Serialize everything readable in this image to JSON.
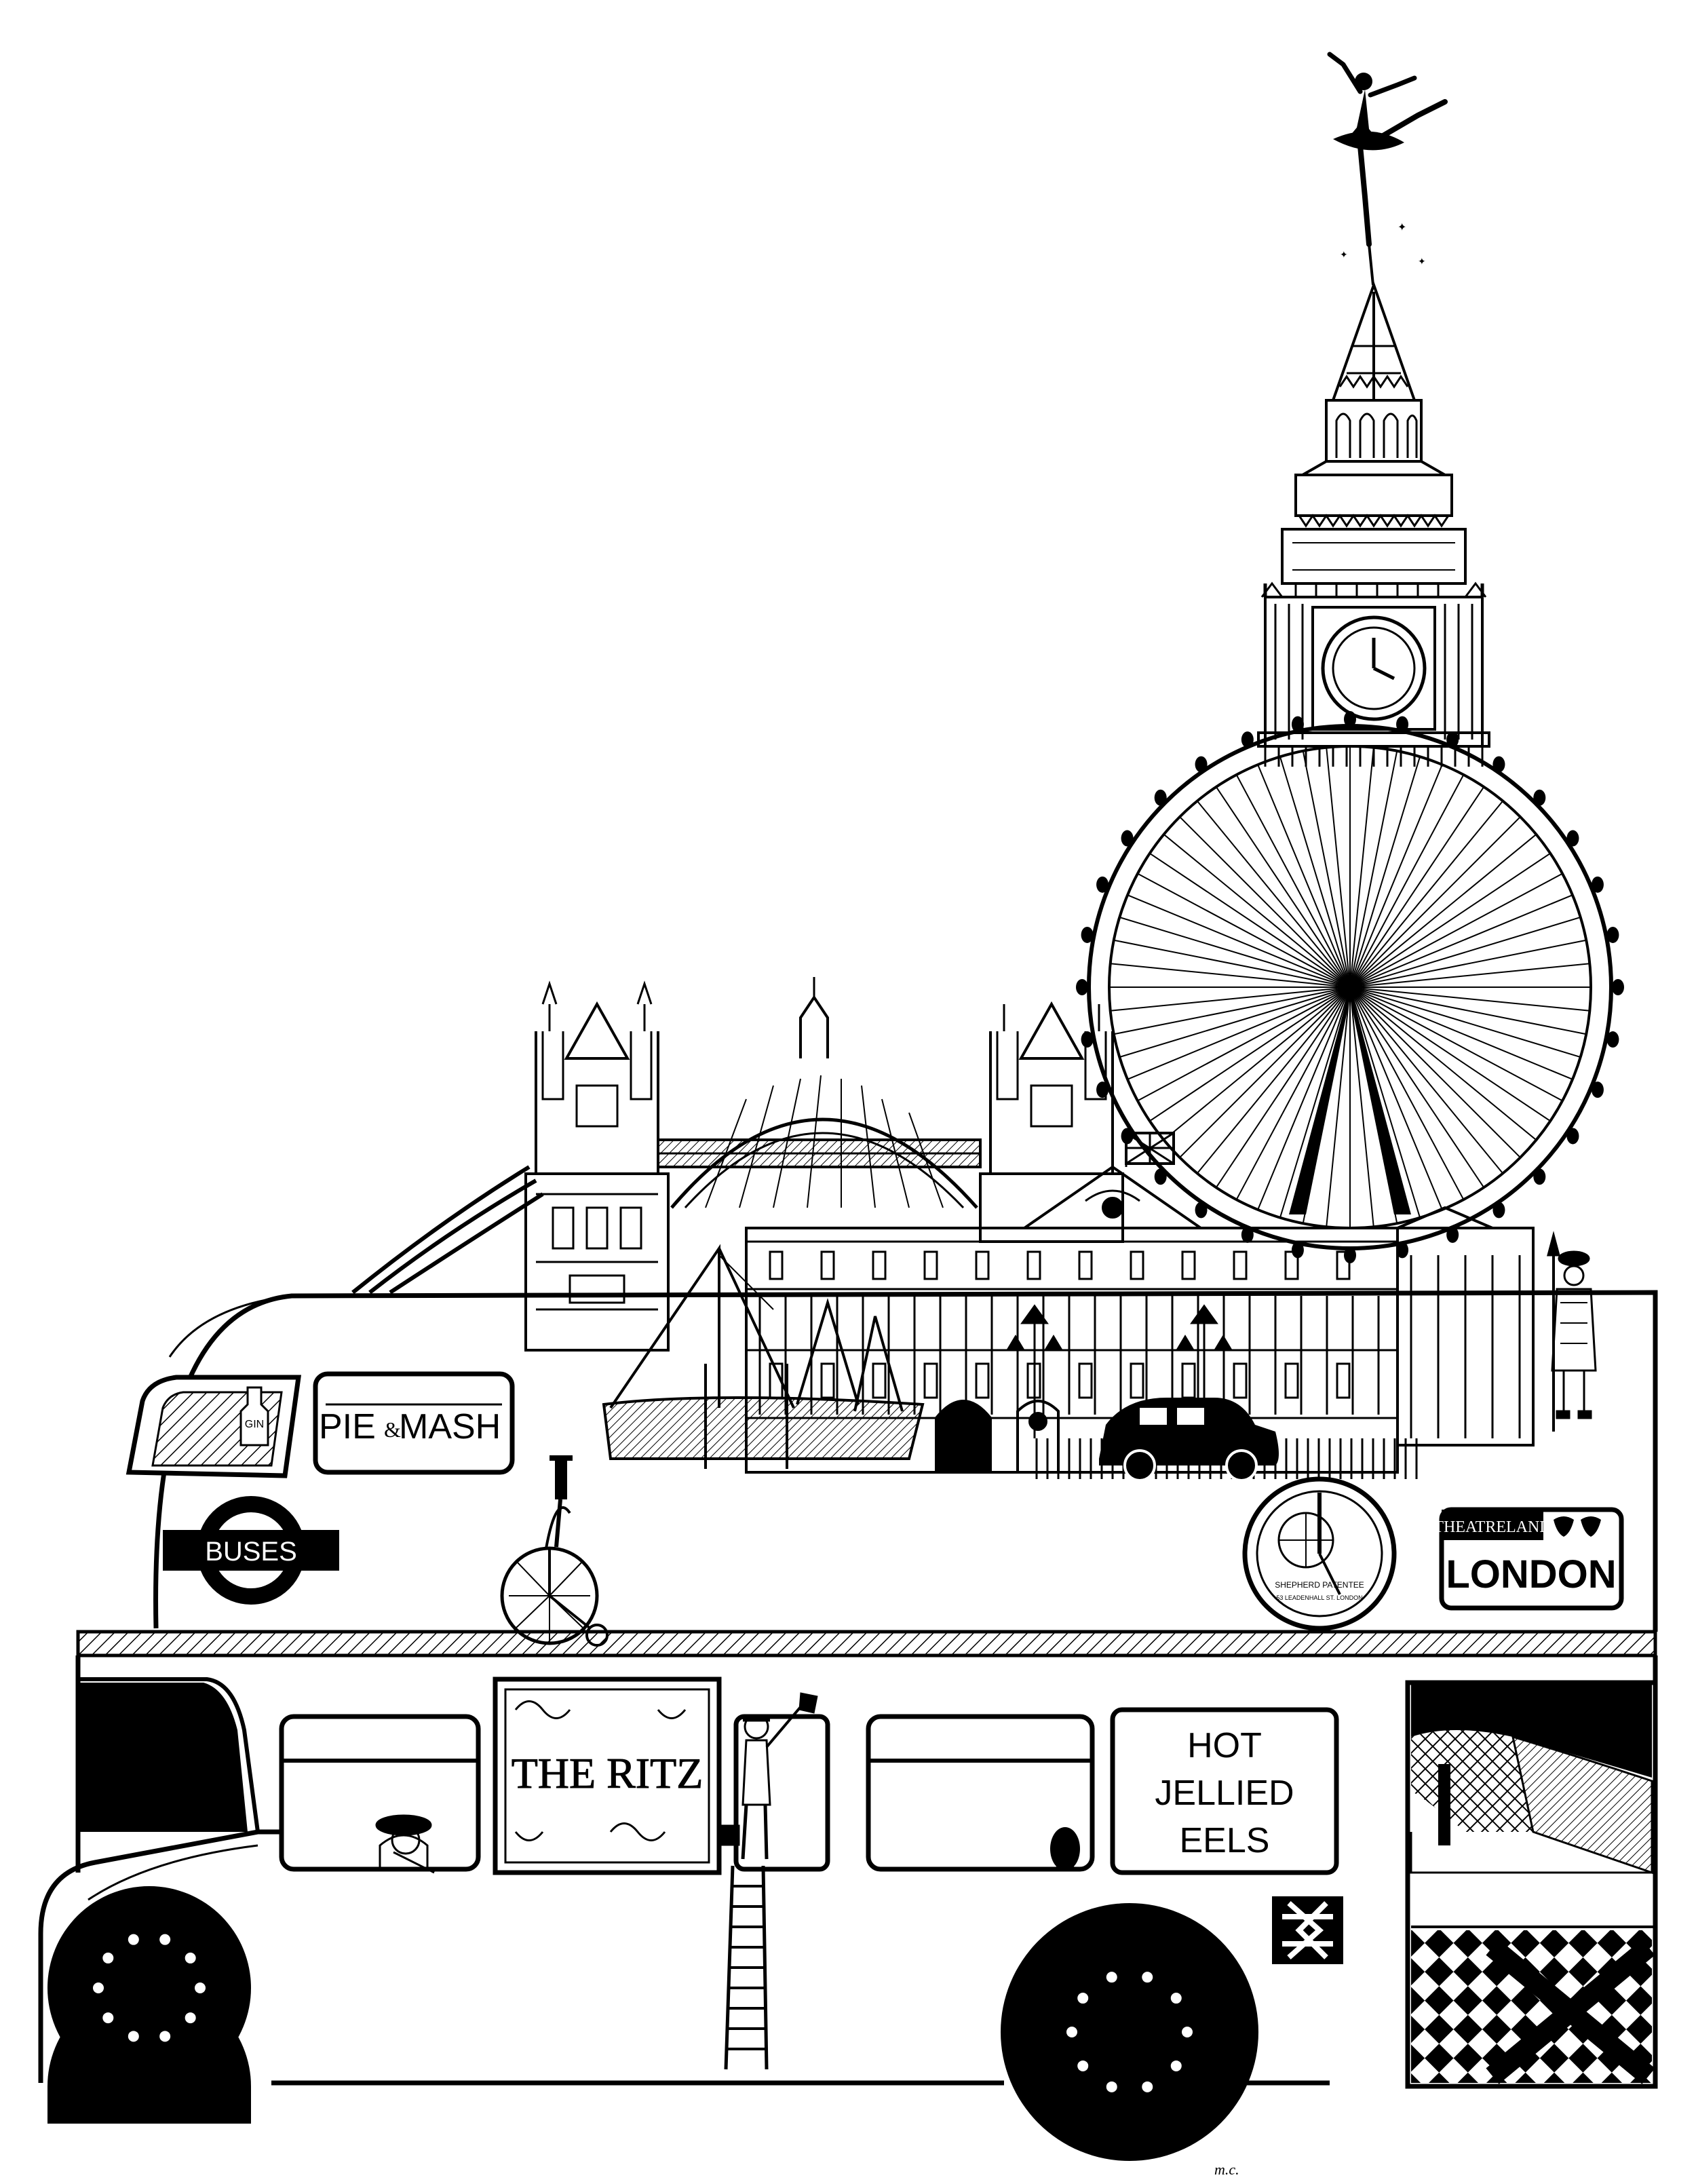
{
  "signs": {
    "buses": "BUSES",
    "pie_mash_left": "PIE",
    "pie_mash_amp": "&",
    "pie_mash_right": "MASH",
    "gin": "GIN",
    "theatreland": "THEATRELAND",
    "london": "LONDON",
    "hot": "HOT",
    "jellied": "JELLIED",
    "eels": "EELS",
    "clock_maker": "SHEPHERD PATENTEE",
    "clock_address": "53 LEADENHALL ST. LONDON",
    "ritz": "THE RITZ",
    "signature": "m.c."
  },
  "colors": {
    "ink": "#000000",
    "paper": "#ffffff"
  }
}
